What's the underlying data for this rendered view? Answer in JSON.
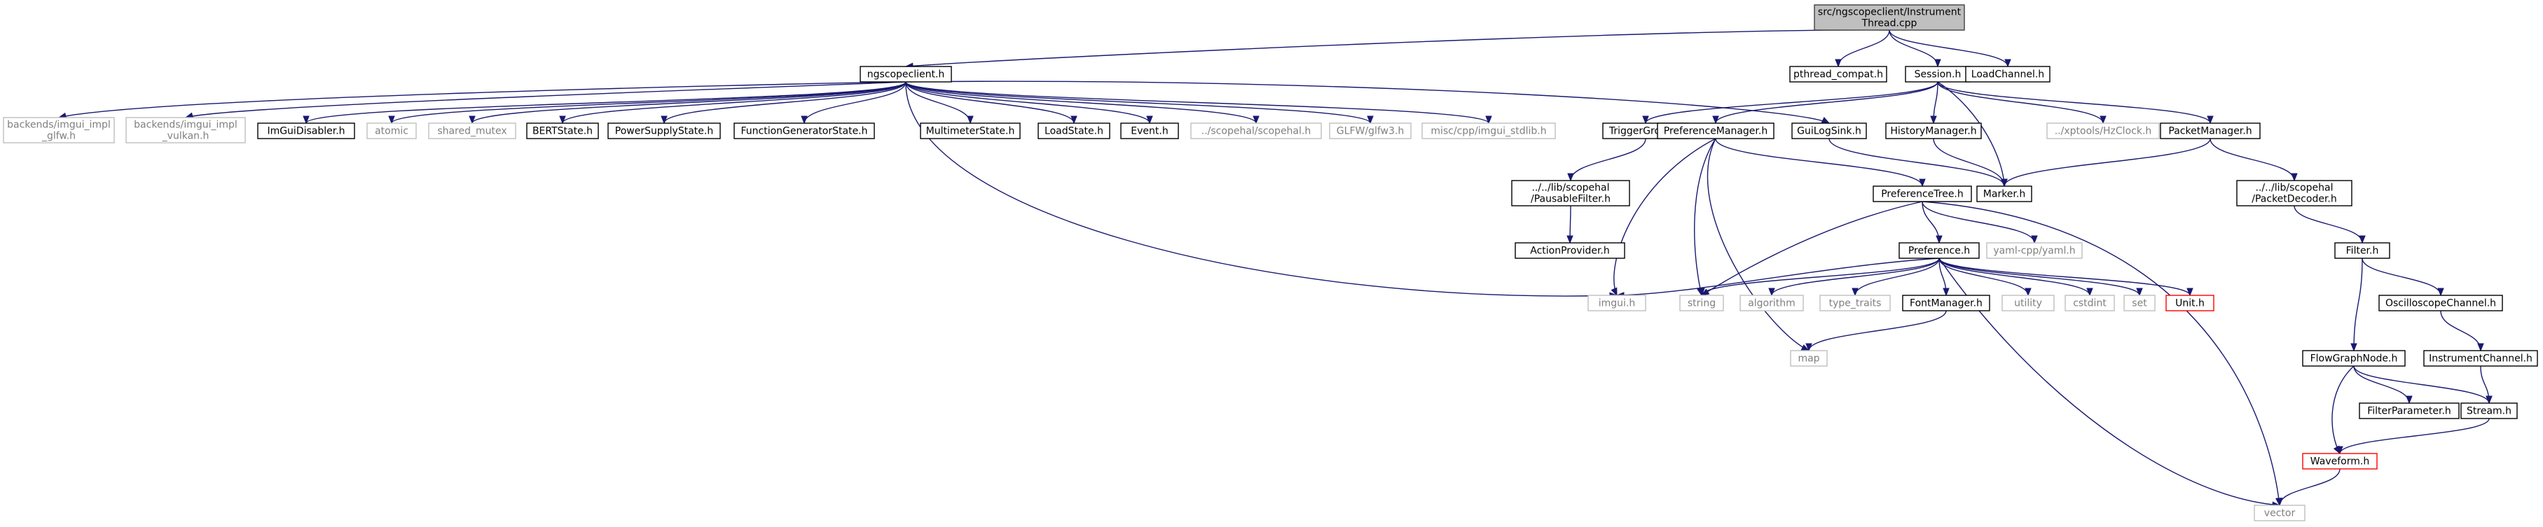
{
  "colors": {
    "edge": "#191970",
    "root_fill": "#bfbfbf",
    "root_stroke": "#404040",
    "local_stroke": "#000000",
    "system_stroke": "#bfbfbf",
    "missing_stroke": "#ff0000",
    "system_text": "#7f7f7f",
    "text": "#000000"
  },
  "nodes": [
    {
      "id": "root",
      "kind": "root",
      "lines": [
        "src/ngscopeclient/Instrument",
        "Thread.cpp"
      ]
    },
    {
      "id": "ngscopeclient_h",
      "kind": "local",
      "lines": [
        "ngscopeclient.h"
      ]
    },
    {
      "id": "pthread_compat_h",
      "kind": "local",
      "lines": [
        "pthread_compat.h"
      ]
    },
    {
      "id": "session_h",
      "kind": "local",
      "lines": [
        "Session.h"
      ]
    },
    {
      "id": "loadchannel_h",
      "kind": "local",
      "lines": [
        "LoadChannel.h"
      ]
    },
    {
      "id": "imgui_glfw",
      "kind": "system",
      "lines": [
        "backends/imgui_impl",
        "_glfw.h"
      ]
    },
    {
      "id": "imgui_vulkan",
      "kind": "system",
      "lines": [
        "backends/imgui_impl",
        "_vulkan.h"
      ]
    },
    {
      "id": "imguidisabler_h",
      "kind": "local",
      "lines": [
        "ImGuiDisabler.h"
      ]
    },
    {
      "id": "atomic",
      "kind": "system",
      "lines": [
        "atomic"
      ]
    },
    {
      "id": "shared_mutex",
      "kind": "system",
      "lines": [
        "shared_mutex"
      ]
    },
    {
      "id": "bertstate_h",
      "kind": "local",
      "lines": [
        "BERTState.h"
      ]
    },
    {
      "id": "powersupplystate_h",
      "kind": "local",
      "lines": [
        "PowerSupplyState.h"
      ]
    },
    {
      "id": "functiongeneratorstate_h",
      "kind": "local",
      "lines": [
        "FunctionGeneratorState.h"
      ]
    },
    {
      "id": "multimeterstate_h",
      "kind": "local",
      "lines": [
        "MultimeterState.h"
      ]
    },
    {
      "id": "loadstate_h",
      "kind": "local",
      "lines": [
        "LoadState.h"
      ]
    },
    {
      "id": "event_h",
      "kind": "local",
      "lines": [
        "Event.h"
      ]
    },
    {
      "id": "scopehal_h",
      "kind": "system",
      "lines": [
        "../scopehal/scopehal.h"
      ]
    },
    {
      "id": "glfw3_h",
      "kind": "system",
      "lines": [
        "GLFW/glfw3.h"
      ]
    },
    {
      "id": "imgui_stdlib_h",
      "kind": "system",
      "lines": [
        "misc/cpp/imgui_stdlib.h"
      ]
    },
    {
      "id": "guilogsink_h",
      "kind": "local",
      "lines": [
        "GuiLogSink.h"
      ]
    },
    {
      "id": "triggergroup_h",
      "kind": "local",
      "lines": [
        "TriggerGroup.h"
      ]
    },
    {
      "id": "preferencemanager_h",
      "kind": "local",
      "lines": [
        "PreferenceManager.h"
      ]
    },
    {
      "id": "historymanager_h",
      "kind": "local",
      "lines": [
        "HistoryManager.h"
      ]
    },
    {
      "id": "hzclock_h",
      "kind": "system",
      "lines": [
        "../xptools/HzClock.h"
      ]
    },
    {
      "id": "packetmanager_h",
      "kind": "local",
      "lines": [
        "PacketManager.h"
      ]
    },
    {
      "id": "pausablefilter_h",
      "kind": "local",
      "lines": [
        "../../lib/scopehal",
        "/PausableFilter.h"
      ]
    },
    {
      "id": "marker_h",
      "kind": "local",
      "lines": [
        "Marker.h"
      ]
    },
    {
      "id": "packetdecoder_h",
      "kind": "local",
      "lines": [
        "../../lib/scopehal",
        "/PacketDecoder.h"
      ]
    },
    {
      "id": "actionprovider_h",
      "kind": "local",
      "lines": [
        "ActionProvider.h"
      ]
    },
    {
      "id": "preferencetree_h",
      "kind": "local",
      "lines": [
        "PreferenceTree.h"
      ]
    },
    {
      "id": "filter_h",
      "kind": "local",
      "lines": [
        "Filter.h"
      ]
    },
    {
      "id": "preference_h",
      "kind": "local",
      "lines": [
        "Preference.h"
      ]
    },
    {
      "id": "yaml_h",
      "kind": "system",
      "lines": [
        "yaml-cpp/yaml.h"
      ]
    },
    {
      "id": "imgui_h",
      "kind": "system",
      "lines": [
        "imgui.h"
      ]
    },
    {
      "id": "string",
      "kind": "system",
      "lines": [
        "string"
      ]
    },
    {
      "id": "algorithm",
      "kind": "system",
      "lines": [
        "algorithm"
      ]
    },
    {
      "id": "type_traits",
      "kind": "system",
      "lines": [
        "type_traits"
      ]
    },
    {
      "id": "fontmanager_h",
      "kind": "local",
      "lines": [
        "FontManager.h"
      ]
    },
    {
      "id": "utility",
      "kind": "system",
      "lines": [
        "utility"
      ]
    },
    {
      "id": "cstdint",
      "kind": "system",
      "lines": [
        "cstdint"
      ]
    },
    {
      "id": "set",
      "kind": "system",
      "lines": [
        "set"
      ]
    },
    {
      "id": "unit_h",
      "kind": "missing",
      "lines": [
        "Unit.h"
      ]
    },
    {
      "id": "oscilloscopechannel_h",
      "kind": "local",
      "lines": [
        "OscilloscopeChannel.h"
      ]
    },
    {
      "id": "map",
      "kind": "system",
      "lines": [
        "map"
      ]
    },
    {
      "id": "flowgraphnode_h",
      "kind": "local",
      "lines": [
        "FlowGraphNode.h"
      ]
    },
    {
      "id": "instrumentchannel_h",
      "kind": "local",
      "lines": [
        "InstrumentChannel.h"
      ]
    },
    {
      "id": "filterparameter_h",
      "kind": "local",
      "lines": [
        "FilterParameter.h"
      ]
    },
    {
      "id": "stream_h",
      "kind": "local",
      "lines": [
        "Stream.h"
      ]
    },
    {
      "id": "waveform_h",
      "kind": "missing",
      "lines": [
        "Waveform.h"
      ]
    },
    {
      "id": "vector",
      "kind": "system",
      "lines": [
        "vector"
      ]
    }
  ],
  "edges": [
    [
      "root",
      "ngscopeclient_h"
    ],
    [
      "root",
      "pthread_compat_h"
    ],
    [
      "root",
      "session_h"
    ],
    [
      "root",
      "loadchannel_h"
    ],
    [
      "ngscopeclient_h",
      "imgui_glfw"
    ],
    [
      "ngscopeclient_h",
      "imgui_vulkan"
    ],
    [
      "ngscopeclient_h",
      "imguidisabler_h"
    ],
    [
      "ngscopeclient_h",
      "atomic"
    ],
    [
      "ngscopeclient_h",
      "shared_mutex"
    ],
    [
      "ngscopeclient_h",
      "bertstate_h"
    ],
    [
      "ngscopeclient_h",
      "powersupplystate_h"
    ],
    [
      "ngscopeclient_h",
      "functiongeneratorstate_h"
    ],
    [
      "ngscopeclient_h",
      "multimeterstate_h"
    ],
    [
      "ngscopeclient_h",
      "loadstate_h"
    ],
    [
      "ngscopeclient_h",
      "event_h"
    ],
    [
      "ngscopeclient_h",
      "scopehal_h"
    ],
    [
      "ngscopeclient_h",
      "glfw3_h"
    ],
    [
      "ngscopeclient_h",
      "imgui_stdlib_h"
    ],
    [
      "ngscopeclient_h",
      "guilogsink_h"
    ],
    [
      "ngscopeclient_h",
      "imgui_h"
    ],
    [
      "session_h",
      "triggergroup_h"
    ],
    [
      "session_h",
      "preferencemanager_h"
    ],
    [
      "session_h",
      "historymanager_h"
    ],
    [
      "session_h",
      "hzclock_h"
    ],
    [
      "session_h",
      "packetmanager_h"
    ],
    [
      "session_h",
      "marker_h"
    ],
    [
      "triggergroup_h",
      "pausablefilter_h"
    ],
    [
      "pausablefilter_h",
      "actionprovider_h"
    ],
    [
      "preferencemanager_h",
      "preferencetree_h"
    ],
    [
      "preferencemanager_h",
      "imgui_h"
    ],
    [
      "preferencemanager_h",
      "string"
    ],
    [
      "preferencemanager_h",
      "map"
    ],
    [
      "guilogsink_h",
      "marker_h"
    ],
    [
      "historymanager_h",
      "marker_h"
    ],
    [
      "packetmanager_h",
      "marker_h"
    ],
    [
      "packetmanager_h",
      "packetdecoder_h"
    ],
    [
      "packetdecoder_h",
      "filter_h"
    ],
    [
      "preferencetree_h",
      "preference_h"
    ],
    [
      "preferencetree_h",
      "yaml_h"
    ],
    [
      "preferencetree_h",
      "string"
    ],
    [
      "preferencetree_h",
      "vector"
    ],
    [
      "preference_h",
      "imgui_h"
    ],
    [
      "preference_h",
      "string"
    ],
    [
      "preference_h",
      "algorithm"
    ],
    [
      "preference_h",
      "type_traits"
    ],
    [
      "preference_h",
      "fontmanager_h"
    ],
    [
      "preference_h",
      "utility"
    ],
    [
      "preference_h",
      "cstdint"
    ],
    [
      "preference_h",
      "set"
    ],
    [
      "preference_h",
      "unit_h"
    ],
    [
      "preference_h",
      "vector"
    ],
    [
      "fontmanager_h",
      "map"
    ],
    [
      "filter_h",
      "flowgraphnode_h"
    ],
    [
      "filter_h",
      "oscilloscopechannel_h"
    ],
    [
      "oscilloscopechannel_h",
      "instrumentchannel_h"
    ],
    [
      "instrumentchannel_h",
      "stream_h"
    ],
    [
      "flowgraphnode_h",
      "filterparameter_h"
    ],
    [
      "flowgraphnode_h",
      "stream_h"
    ],
    [
      "flowgraphnode_h",
      "waveform_h"
    ],
    [
      "stream_h",
      "waveform_h"
    ],
    [
      "waveform_h",
      "vector"
    ]
  ]
}
